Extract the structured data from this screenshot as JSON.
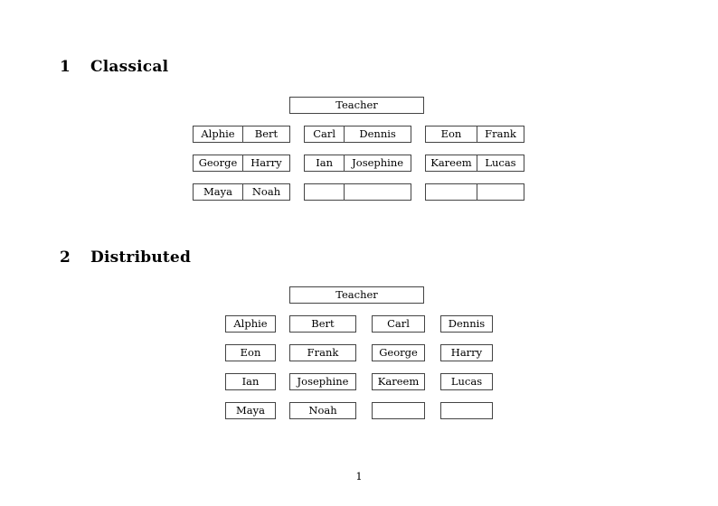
{
  "document": {
    "page_number": "1"
  },
  "sections": [
    {
      "number": "1",
      "title": "Classical",
      "teacher": {
        "label": "Teacher"
      },
      "groups": [
        {
          "rows": [
            {
              "cells": [
                "Alphie",
                "Bert"
              ]
            },
            {
              "cells": [
                "George",
                "Harry"
              ]
            },
            {
              "cells": [
                "Maya",
                "Noah"
              ]
            }
          ]
        },
        {
          "rows": [
            {
              "cells": [
                "Carl",
                "Dennis"
              ]
            },
            {
              "cells": [
                "Ian",
                "Josephine"
              ]
            },
            {
              "cells": [
                "",
                ""
              ]
            }
          ]
        },
        {
          "rows": [
            {
              "cells": [
                "Eon",
                "Frank"
              ]
            },
            {
              "cells": [
                "Kareem",
                "Lucas"
              ]
            },
            {
              "cells": [
                "",
                ""
              ]
            }
          ]
        }
      ]
    },
    {
      "number": "2",
      "title": "Distributed",
      "teacher": {
        "label": "Teacher"
      },
      "rows": [
        {
          "cells": [
            "Alphie",
            "Bert",
            "Carl",
            "Dennis"
          ]
        },
        {
          "cells": [
            "Eon",
            "Frank",
            "George",
            "Harry"
          ]
        },
        {
          "cells": [
            "Ian",
            "Josephine",
            "Kareem",
            "Lucas"
          ]
        },
        {
          "cells": [
            "Maya",
            "Noah",
            "",
            ""
          ]
        }
      ]
    }
  ]
}
